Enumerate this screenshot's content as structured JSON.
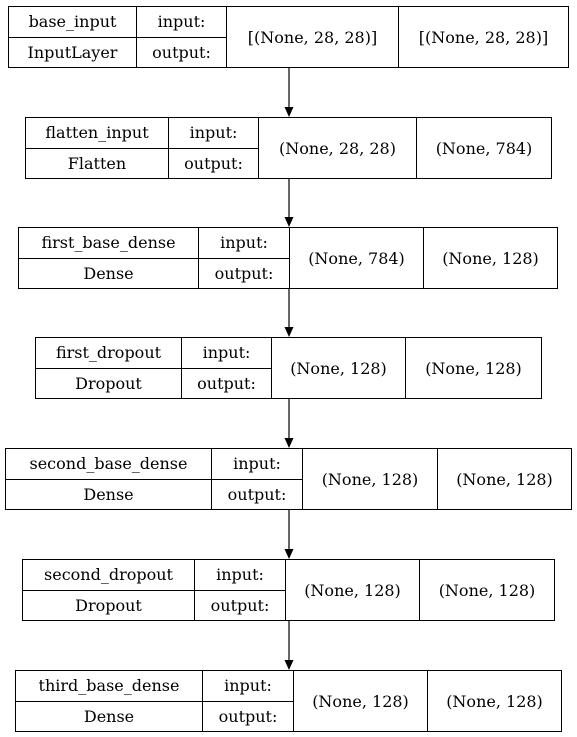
{
  "layers": [
    {
      "name": "base_input",
      "type": "InputLayer",
      "input_label": "input:",
      "output_label": "output:",
      "input_shape": "[(None, 28, 28)]",
      "output_shape": "[(None, 28, 28)]"
    },
    {
      "name": "flatten_input",
      "type": "Flatten",
      "input_label": "input:",
      "output_label": "output:",
      "input_shape": "(None, 28, 28)",
      "output_shape": "(None, 784)"
    },
    {
      "name": "first_base_dense",
      "type": "Dense",
      "input_label": "input:",
      "output_label": "output:",
      "input_shape": "(None, 784)",
      "output_shape": "(None, 128)"
    },
    {
      "name": "first_dropout",
      "type": "Dropout",
      "input_label": "input:",
      "output_label": "output:",
      "input_shape": "(None, 128)",
      "output_shape": "(None, 128)"
    },
    {
      "name": "second_base_dense",
      "type": "Dense",
      "input_label": "input:",
      "output_label": "output:",
      "input_shape": "(None, 128)",
      "output_shape": "(None, 128)"
    },
    {
      "name": "second_dropout",
      "type": "Dropout",
      "input_label": "input:",
      "output_label": "output:",
      "input_shape": "(None, 128)",
      "output_shape": "(None, 128)"
    },
    {
      "name": "third_base_dense",
      "type": "Dense",
      "input_label": "input:",
      "output_label": "output:",
      "input_shape": "(None, 128)",
      "output_shape": "(None, 128)"
    }
  ]
}
